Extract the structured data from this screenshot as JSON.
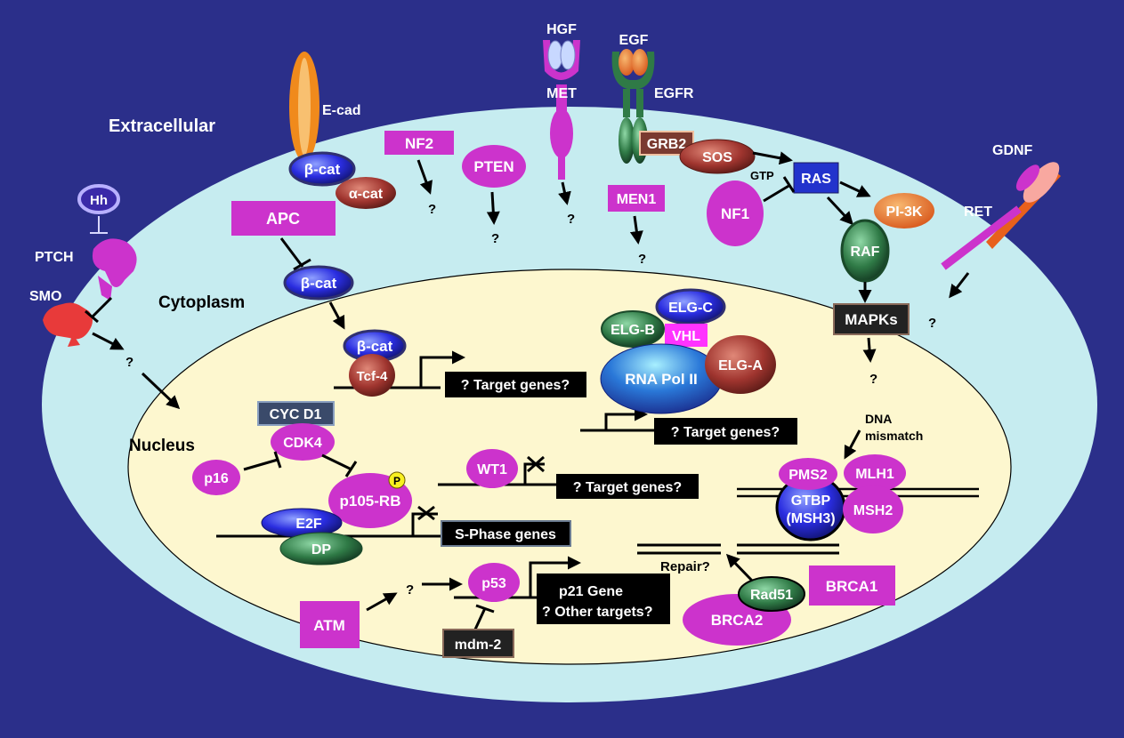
{
  "compartments": {
    "extracellular": "Extracellular",
    "cytoplasm": "Cytoplasm",
    "nucleus": "Nucleus"
  },
  "ligands": {
    "hgf": "HGF",
    "egf": "EGF",
    "gdnf": "GDNF",
    "hh": "Hh"
  },
  "receptors": {
    "met": "MET",
    "egfr": "EGFR",
    "ecad": "E-cad",
    "ret": "RET",
    "ptch": "PTCH",
    "smo": "SMO"
  },
  "proteins": {
    "bcat": "β-cat",
    "acat": "α-cat",
    "nf2": "NF2",
    "pten": "PTEN",
    "men1": "MEN1",
    "grb2": "GRB2",
    "sos": "SOS",
    "gtp": "GTP",
    "ras": "RAS",
    "nf1": "NF1",
    "pi3k": "PI-3K",
    "raf": "RAF",
    "apc": "APC",
    "mapks": "MAPKs",
    "tcf4": "Tcf-4",
    "elgc": "ELG-C",
    "elgb": "ELG-B",
    "vhl": "VHL",
    "elga": "ELG-A",
    "rnapol": "RNA Pol II",
    "cycd1": "CYC D1",
    "cdk4": "CDK4",
    "p16": "p16",
    "p105rb": "p105-RB",
    "phos": "P",
    "wt1": "WT1",
    "e2f": "E2F",
    "dp": "DP",
    "p53": "p53",
    "mdm2": "mdm-2",
    "atm": "ATM",
    "pms2": "PMS2",
    "mlh1": "MLH1",
    "gtbp1": "GTBP",
    "gtbp2": "(MSH3)",
    "msh2": "MSH2",
    "rad51": "Rad51",
    "brca1": "BRCA1",
    "brca2": "BRCA2"
  },
  "labels": {
    "target_genes": "? Target genes?",
    "sphase": "S-Phase genes",
    "p21": "p21 Gene",
    "other_targets": "? Other targets?",
    "dna1": "DNA",
    "dna2": "mismatch",
    "repair": "Repair?",
    "q": "?"
  },
  "colors": {
    "background": "#2b2f8a",
    "cell": "#c6ecf0",
    "nucleus": "#fdf7cf",
    "magenta": "#cc33cc",
    "blue": "#2233cc",
    "red_brown": "#a83a34",
    "green": "#2f7a46",
    "orange": "#f08a1c",
    "black": "#000000"
  }
}
